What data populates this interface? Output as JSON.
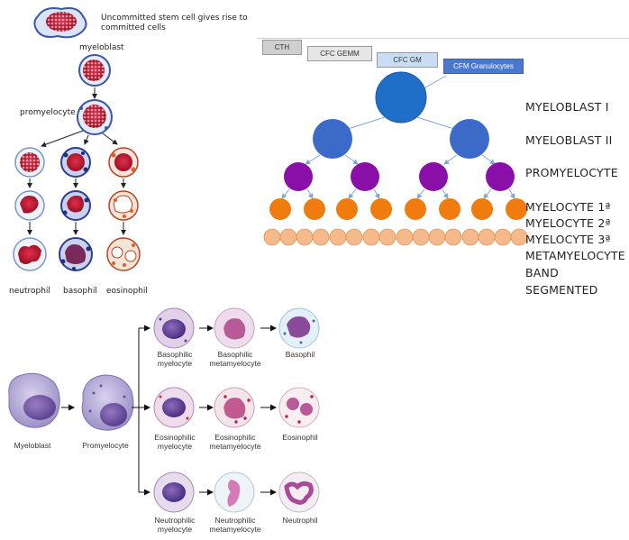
{
  "top_left": {
    "stem_caption": "Uncommitted stem cell gives rise to committed cells",
    "myeloblast": "myeloblast",
    "promyelocyte": "promyelocyte",
    "neutrophil": "neutrophil",
    "basophil": "basophil",
    "eosinophil": "eosinophil"
  },
  "top_right": {
    "tags": [
      "CTH",
      "CFC GEMM",
      "CFC GM",
      "CFM Granulocytes"
    ],
    "stages": [
      "MYELOBLAST I",
      "MYELOBLAST II",
      "PROMYELOCYTE",
      "MYELOCYTE 1ª",
      "MYELOCYTE 2ª",
      "MYELOCYTE 3ª",
      "METAMYELOCYTE",
      "BAND",
      "SEGMENTED"
    ],
    "colors": {
      "blue_dark": "#1f6fc9",
      "blue_mid": "#3c6ac8",
      "purple": "#8a0fa8",
      "orange": "#f07b0f",
      "peach": "#f5b98c",
      "arrow": "#7fa7d6"
    }
  },
  "bottom": {
    "myeloblast": "Myeloblast",
    "promyelocyte": "Promyelocyte",
    "baso_myelocyte": [
      "Basophilic",
      "myelocyte"
    ],
    "baso_meta": [
      "Basophilic",
      "metamyelocyte"
    ],
    "basophil": "Basophil",
    "eos_myelocyte": [
      "Eosinophilic",
      "myelocyte"
    ],
    "eos_meta": [
      "Eosinophilic",
      "metamyelocyte"
    ],
    "eosinophil": "Eosinophil",
    "neut_myelocyte": [
      "Neutrophilic",
      "myelocyte"
    ],
    "neut_meta": [
      "Neutrophilic",
      "metamyelocyte"
    ],
    "neutrophil": "Neutrophil"
  }
}
